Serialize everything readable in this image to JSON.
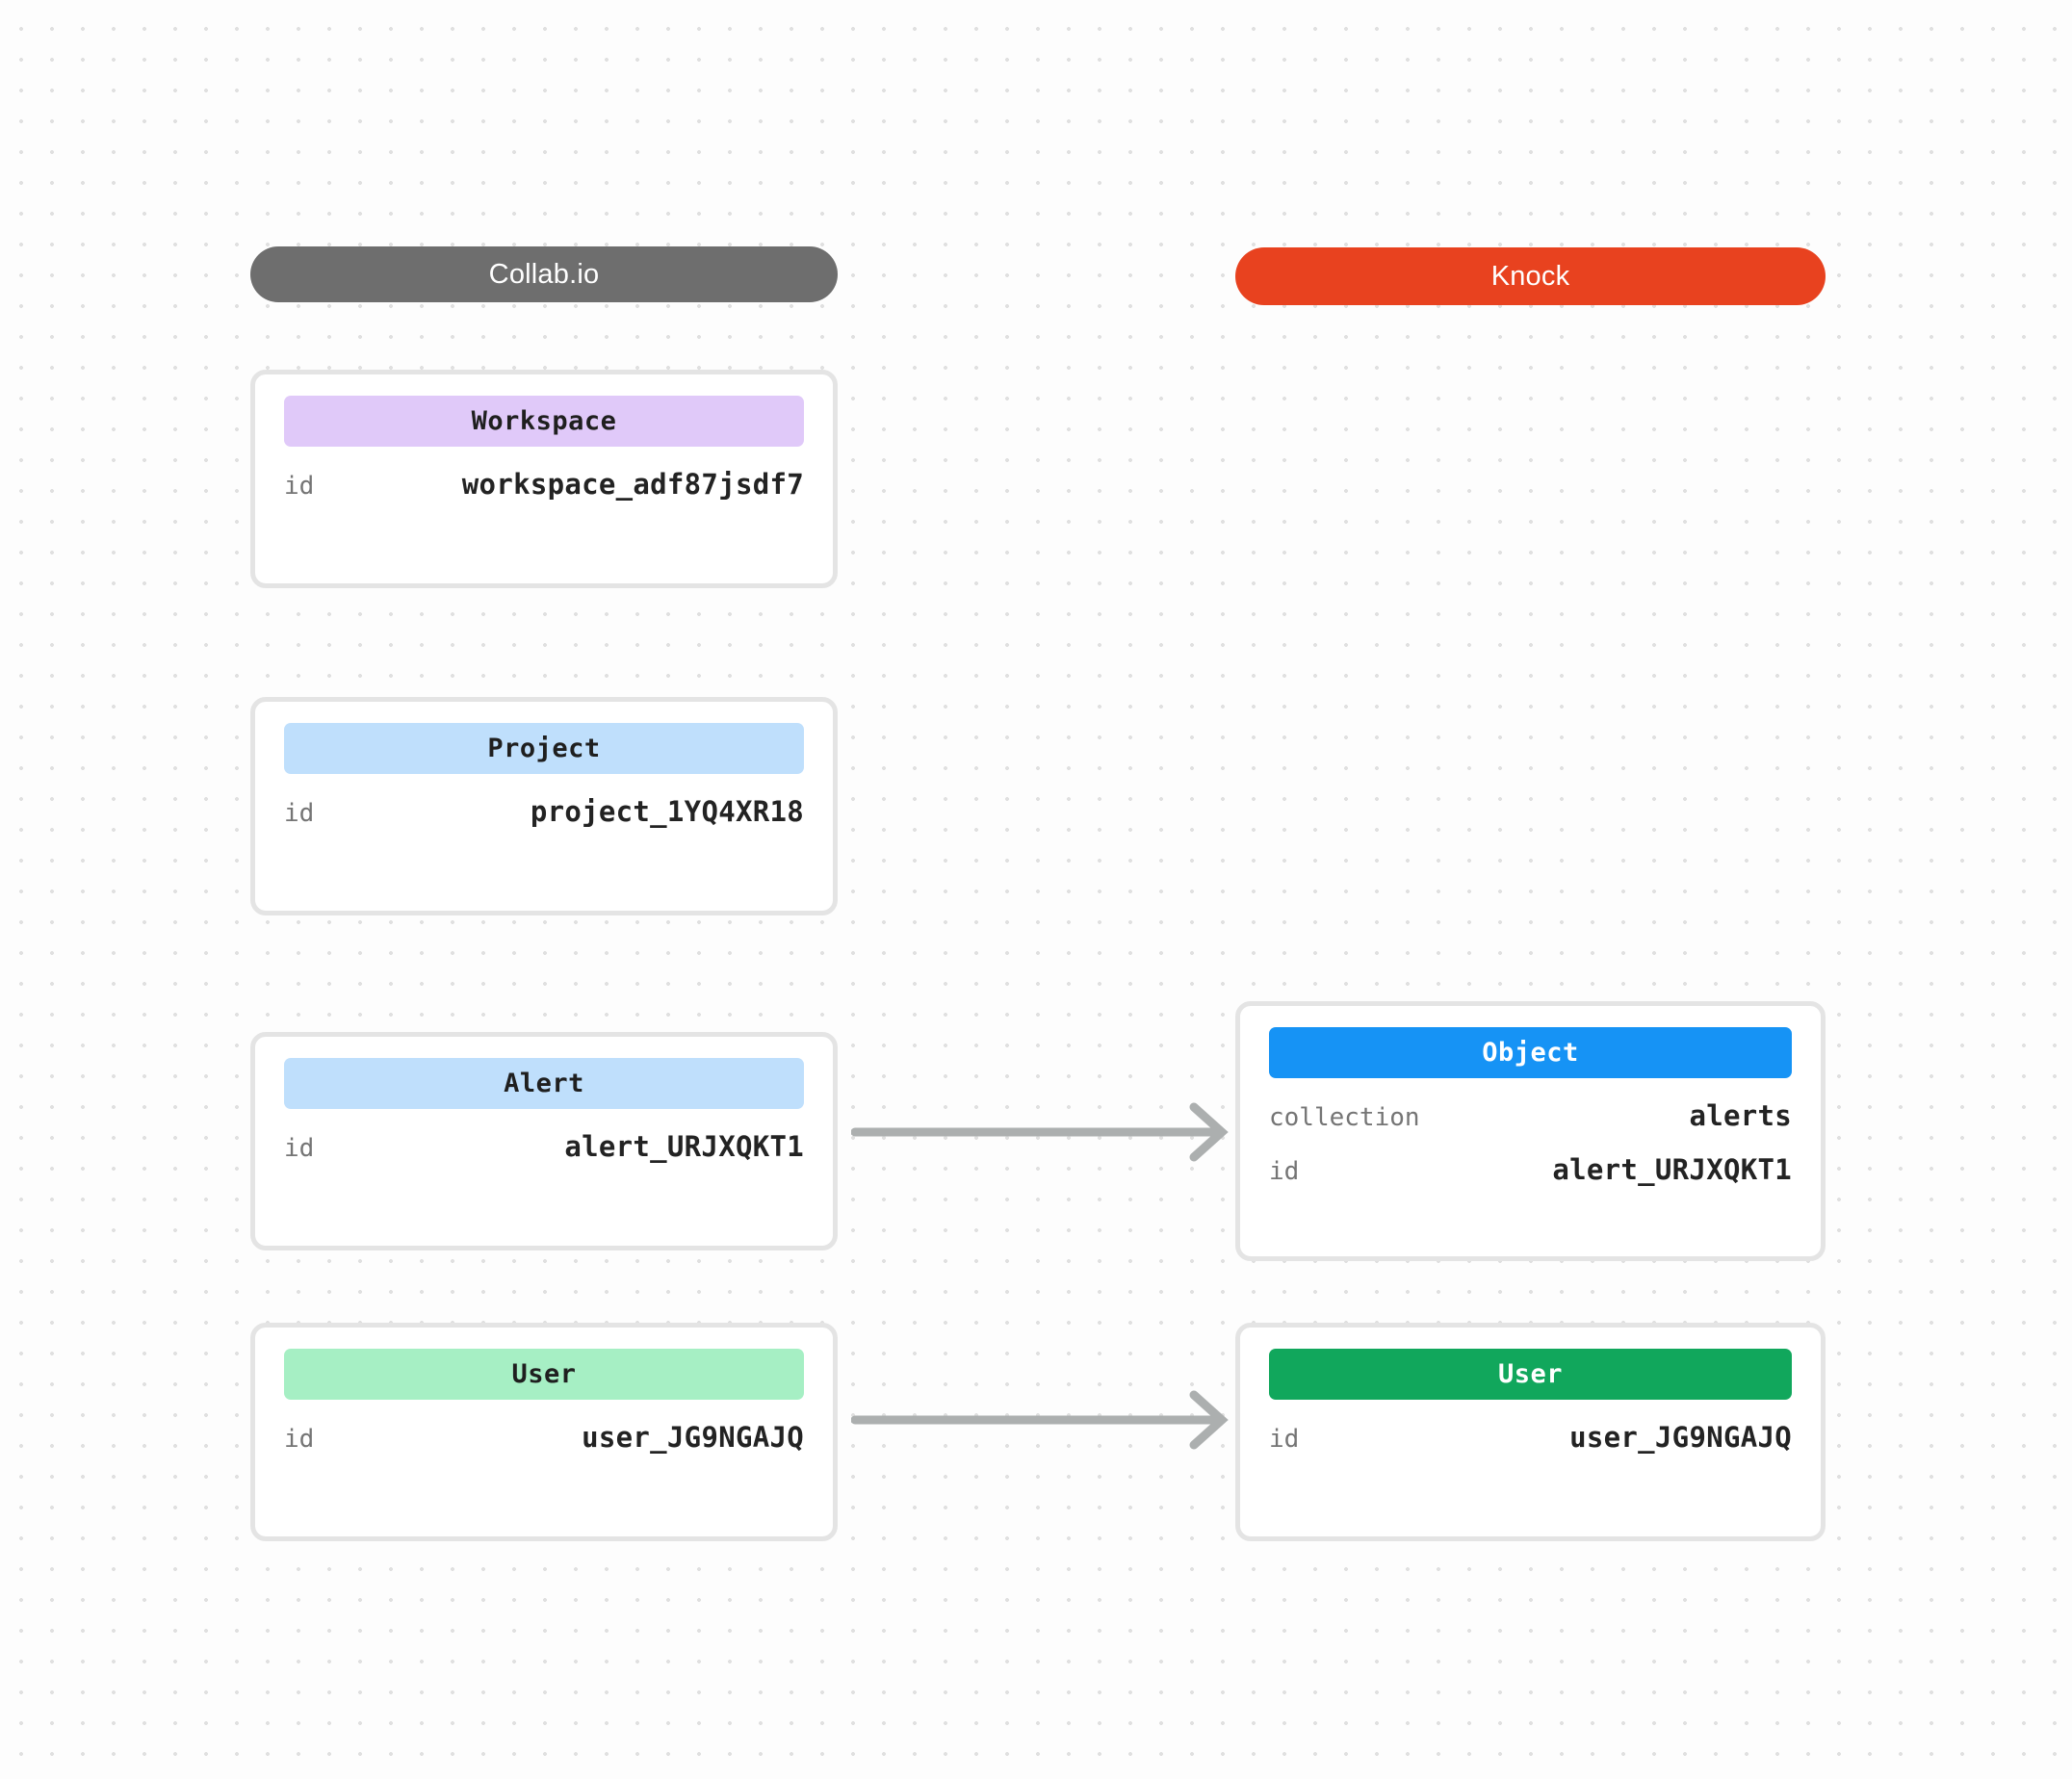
{
  "diagram": {
    "columns": [
      {
        "system_label": "Collab.io",
        "system_color": "#6e6e6e"
      },
      {
        "system_label": "Knock",
        "system_color": "#e8421f"
      }
    ],
    "left_cards": [
      {
        "title": "Workspace",
        "chip_color": "#e0c9f9",
        "rows": [
          {
            "key": "id",
            "value": "workspace_adf87jsdf7"
          }
        ]
      },
      {
        "title": "Project",
        "chip_color": "#bfdffc",
        "rows": [
          {
            "key": "id",
            "value": "project_1YQ4XR18"
          }
        ]
      },
      {
        "title": "Alert",
        "chip_color": "#bfdffc",
        "rows": [
          {
            "key": "id",
            "value": "alert_URJXQKT1"
          }
        ]
      },
      {
        "title": "User",
        "chip_color": "#a6efc4",
        "rows": [
          {
            "key": "id",
            "value": "user_JG9NGAJQ"
          }
        ]
      }
    ],
    "right_cards": [
      {
        "title": "Object",
        "chip_color": "#1693f5",
        "rows": [
          {
            "key": "collection",
            "value": "alerts"
          },
          {
            "key": "id",
            "value": "alert_URJXQKT1"
          }
        ]
      },
      {
        "title": "User",
        "chip_color": "#11a75c",
        "rows": [
          {
            "key": "id",
            "value": "user_JG9NGAJQ"
          }
        ]
      }
    ],
    "connections": [
      {
        "from": "Alert",
        "to": "Object",
        "icon": "arrow-right-icon",
        "color": "#acafaf"
      },
      {
        "from": "User",
        "to": "User",
        "icon": "arrow-right-icon",
        "color": "#acafaf"
      }
    ]
  }
}
